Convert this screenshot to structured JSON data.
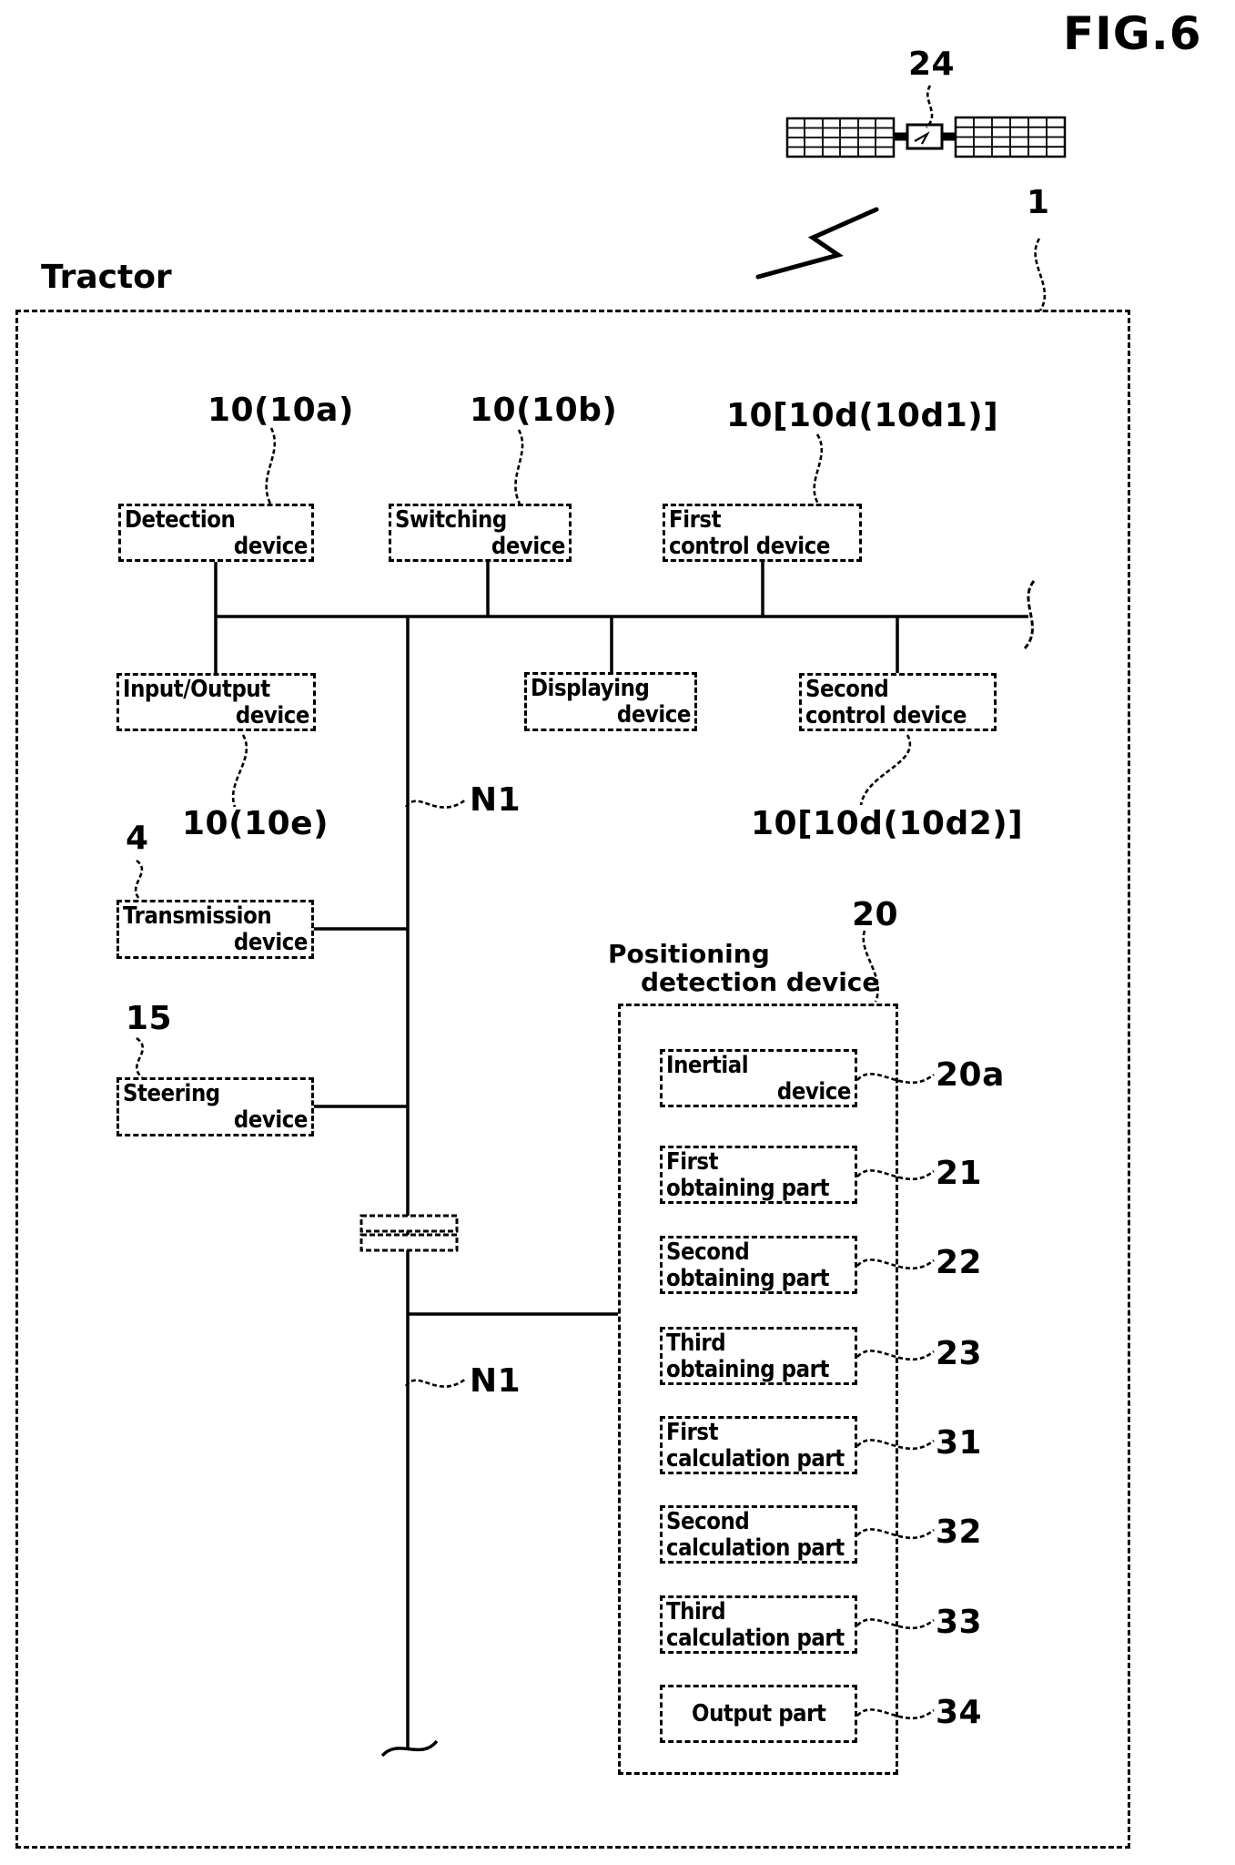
{
  "figure_title": "FIG.6",
  "tractor": {
    "label": "Tractor",
    "ref": "1"
  },
  "satellite": {
    "ref": "24"
  },
  "network": {
    "label1": "N1",
    "label2": "N1"
  },
  "devices": {
    "detection": {
      "line1": "Detection",
      "line2": "device",
      "ref": "10(10a)"
    },
    "switching": {
      "line1": "Switching",
      "line2": "device",
      "ref": "10(10b)"
    },
    "first_control": {
      "line1": "First",
      "line2": "control device",
      "ref": "10[10d(10d1)]"
    },
    "input_output": {
      "line1": "Input/Output",
      "line2": "device",
      "ref": "10(10e)"
    },
    "displaying": {
      "line1": "Displaying",
      "line2": "device"
    },
    "second_control": {
      "line1": "Second",
      "line2": "control device",
      "ref": "10[10d(10d2)]"
    },
    "transmission": {
      "line1": "Transmission",
      "line2": "device",
      "ref": "4"
    },
    "steering": {
      "line1": "Steering",
      "line2": "device",
      "ref": "15"
    }
  },
  "positioning": {
    "label_line1": "Positioning",
    "label_line2": "detection device",
    "ref": "20",
    "parts": [
      {
        "line1": "Inertial",
        "line2": "device",
        "ref": "20a"
      },
      {
        "line1": "First",
        "line2": "obtaining part",
        "ref": "21"
      },
      {
        "line1": "Second",
        "line2": "obtaining part",
        "ref": "22"
      },
      {
        "line1": "Third",
        "line2": "obtaining part",
        "ref": "23"
      },
      {
        "line1": "First",
        "line2": "calculation part",
        "ref": "31"
      },
      {
        "line1": "Second",
        "line2": "calculation part",
        "ref": "32"
      },
      {
        "line1": "Third",
        "line2": "calculation part",
        "ref": "33"
      },
      {
        "line1": "Output part",
        "line2": "",
        "ref": "34"
      }
    ]
  }
}
